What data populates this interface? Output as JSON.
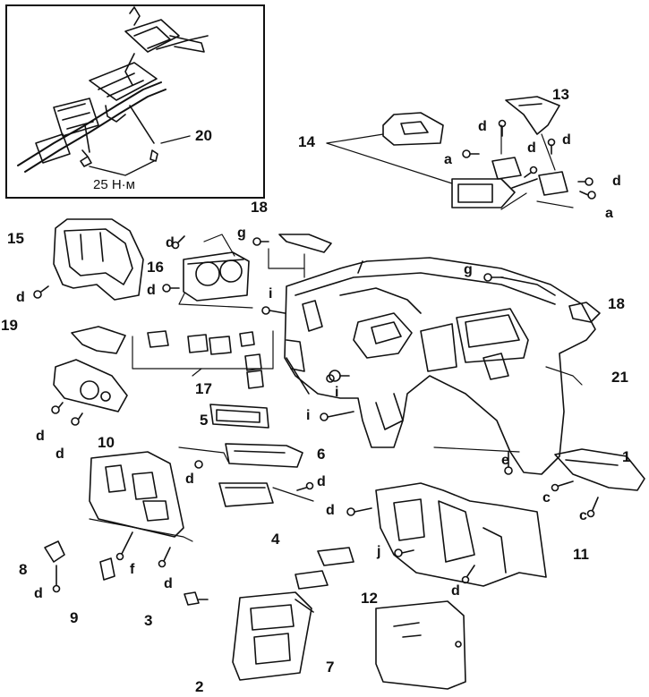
{
  "inset": {
    "torque_label": "25 Н·м"
  },
  "parts": {
    "p1": "1",
    "p2": "2",
    "p3": "3",
    "p4": "4",
    "p5": "5",
    "p6": "6",
    "p7": "7",
    "p8": "8",
    "p9": "9",
    "p10": "10",
    "p11": "11",
    "p12": "12",
    "p13": "13",
    "p14": "14",
    "p15": "15",
    "p16": "16",
    "p17": "17",
    "p18": "18",
    "p19": "19",
    "p20": "20",
    "p21": "21"
  },
  "fasteners": {
    "a": "a",
    "c": "c",
    "d": "d",
    "e": "e",
    "f": "f",
    "g": "g",
    "i": "i",
    "j": "j"
  },
  "colors": {
    "line": "#111111",
    "background": "#ffffff"
  }
}
